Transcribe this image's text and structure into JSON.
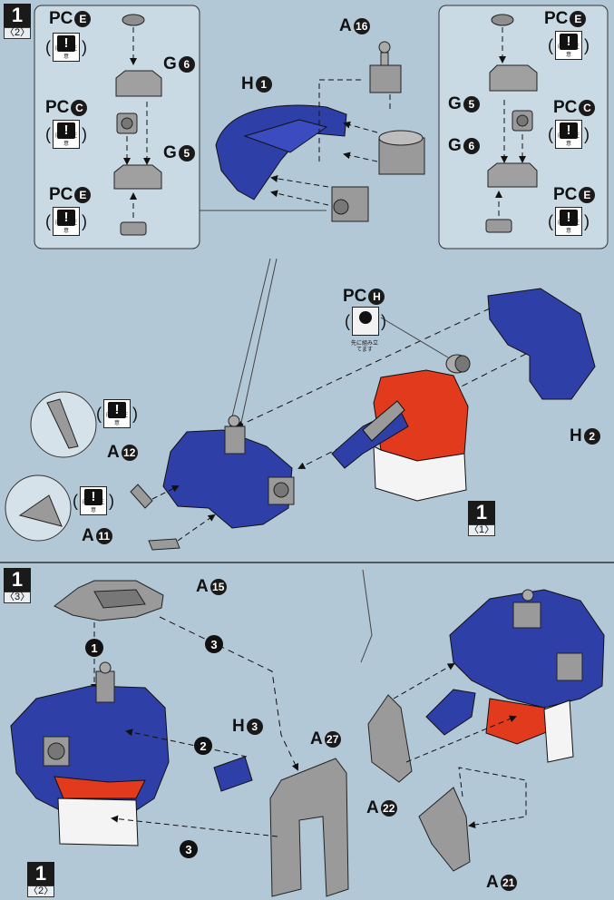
{
  "steps": {
    "s1_2": {
      "num": "1",
      "sub": "〈2〉"
    },
    "s1_1": {
      "num": "1",
      "sub": "〈1〉"
    },
    "s1_3": {
      "num": "1",
      "sub": "〈3〉"
    },
    "s1_2b": {
      "num": "1",
      "sub": "〈2〉"
    }
  },
  "warning": {
    "symbol": "!",
    "text": "向きに注意"
  },
  "caption_h": {
    "note": "先に組み立てます"
  },
  "paren": {
    "open": "(",
    "close": ")"
  },
  "parts": {
    "pce_l1": {
      "name": "PC",
      "code": "E"
    },
    "g6_l": {
      "name": "G",
      "code": "6"
    },
    "pcc_l": {
      "name": "PC",
      "code": "C"
    },
    "g5_l": {
      "name": "G",
      "code": "5"
    },
    "pce_l2": {
      "name": "PC",
      "code": "E"
    },
    "a16": {
      "name": "A",
      "code": "16"
    },
    "h1": {
      "name": "H",
      "code": "1"
    },
    "pce_r1": {
      "name": "PC",
      "code": "E"
    },
    "g5_r": {
      "name": "G",
      "code": "5"
    },
    "pcc_r": {
      "name": "PC",
      "code": "C"
    },
    "g6_r": {
      "name": "G",
      "code": "6"
    },
    "pce_r2": {
      "name": "PC",
      "code": "E"
    },
    "pch": {
      "name": "PC",
      "code": "H"
    },
    "h2": {
      "name": "H",
      "code": "2"
    },
    "a12": {
      "name": "A",
      "code": "12"
    },
    "a11": {
      "name": "A",
      "code": "11"
    },
    "a15": {
      "name": "A",
      "code": "15"
    },
    "h3": {
      "name": "H",
      "code": "3"
    },
    "a27": {
      "name": "A",
      "code": "27"
    },
    "a22": {
      "name": "A",
      "code": "22"
    },
    "a21": {
      "name": "A",
      "code": "21"
    }
  },
  "orders": {
    "o1": "1",
    "o2": "2",
    "o3a": "3",
    "o3b": "3"
  },
  "colors": {
    "background": "#b3c8d6",
    "inset": "#c9dae4",
    "blue_armor": "#2f3fa8",
    "red_armor": "#e23a1c",
    "grey_part": "#9a9a9a",
    "white_part": "#f4f4f4"
  }
}
